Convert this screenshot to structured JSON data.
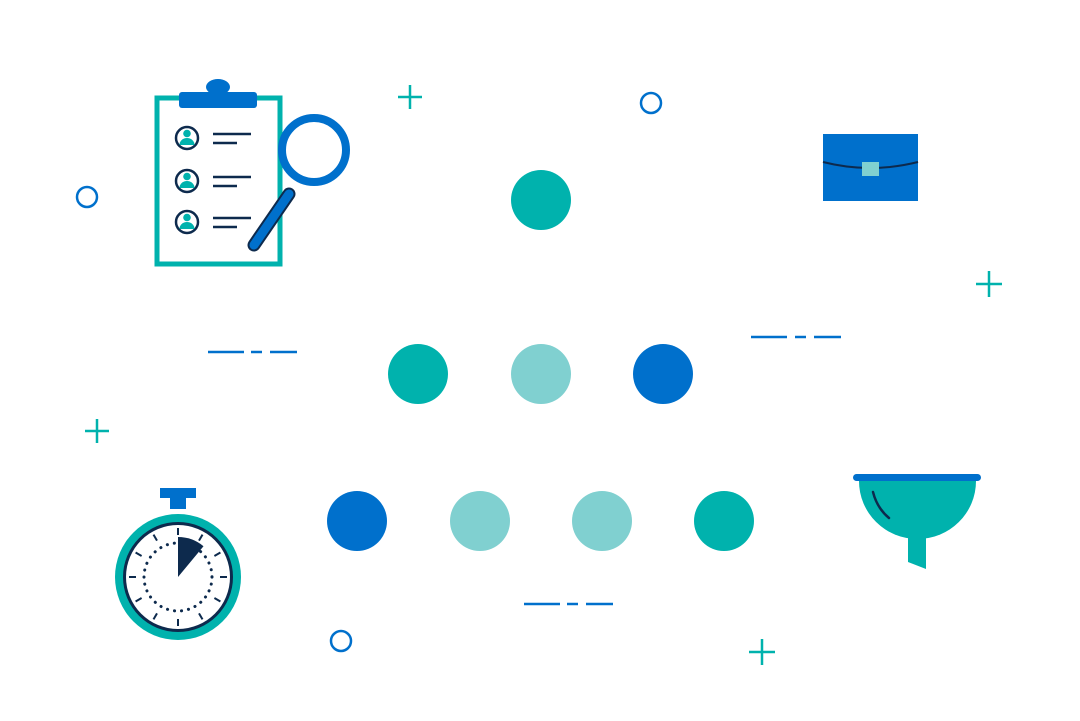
{
  "colors": {
    "teal": "#00b2ad",
    "light_teal": "#80d0d0",
    "blue": "#0070cc",
    "navy": "#0d2a4d",
    "white": "#ffffff"
  },
  "icons": {
    "clipboard": "clipboard-with-magnifier-icon",
    "briefcase": "briefcase-icon",
    "stopwatch": "stopwatch-icon",
    "funnel": "funnel-icon"
  },
  "dots": {
    "row1": [
      "teal"
    ],
    "row2": [
      "teal",
      "light_teal",
      "blue"
    ],
    "row3": [
      "blue",
      "light_teal",
      "light_teal",
      "teal"
    ]
  },
  "stopwatch": {
    "elapsed_fraction": 0.11
  }
}
